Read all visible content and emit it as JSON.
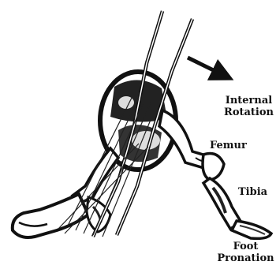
{
  "labels": {
    "internal_rotation_line1": "Internal",
    "internal_rotation_line2": "Rotation",
    "femur": "Femur",
    "tibia": "Tibia",
    "foot_pronation_line1": "Foot",
    "foot_pronation_line2": "Pronation"
  },
  "colors": {
    "ink": "#111111",
    "background": "#ffffff",
    "shade": "#2a2a2a"
  }
}
